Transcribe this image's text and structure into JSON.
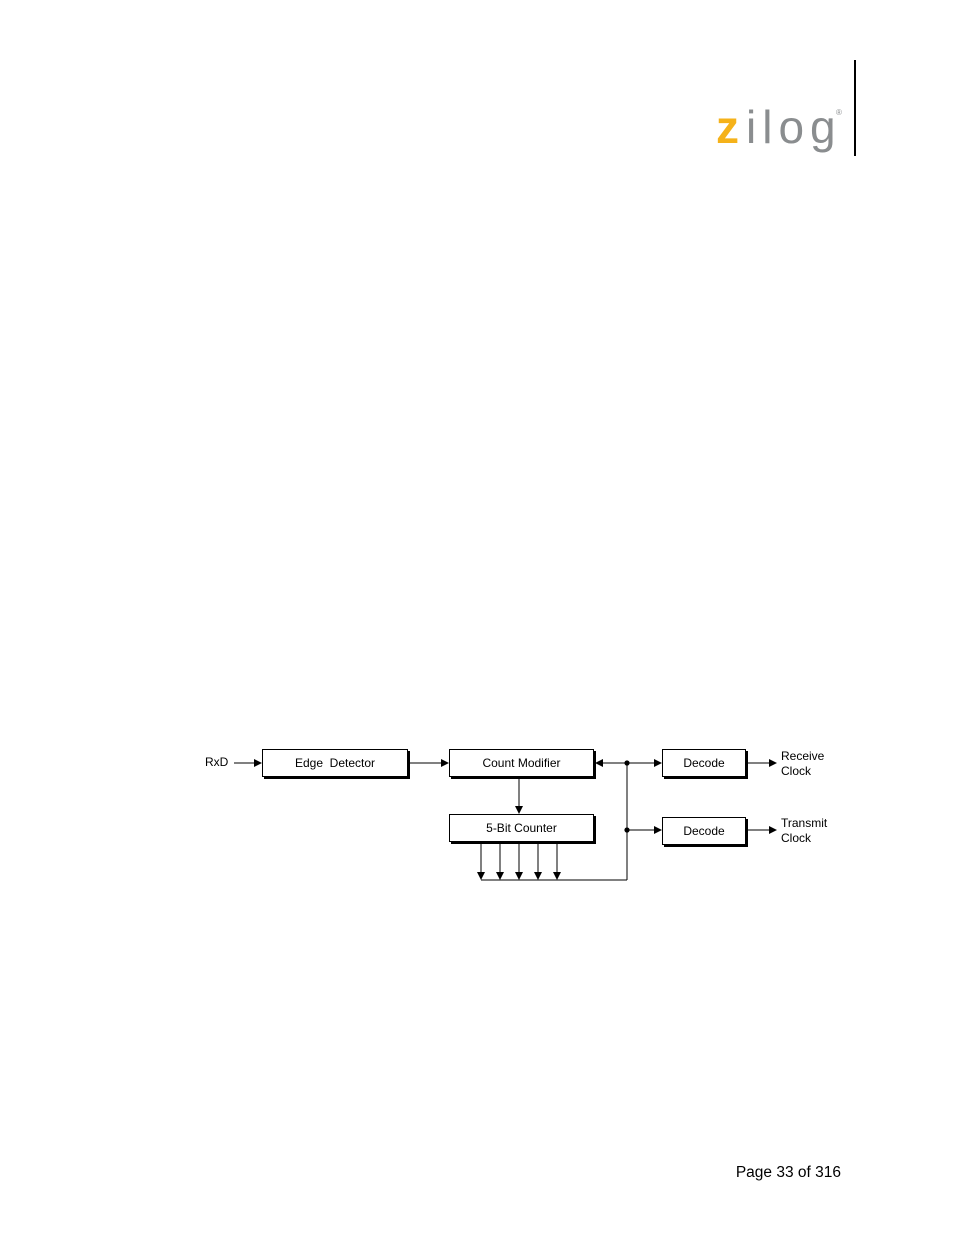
{
  "header": {
    "logo_z": "z",
    "logo_rest": "ilog",
    "logo_reg": "®",
    "logo_colors": {
      "z": "#f5b21a",
      "ilog": "#8a8d8f"
    }
  },
  "diagram": {
    "input_label": "RxD",
    "edge_detector": "Edge  Detector",
    "count_modifier": "Count Modifier",
    "counter": "5-Bit Counter",
    "decode_top": "Decode",
    "decode_bottom": "Decode",
    "receive_line1": "Receive",
    "receive_line2": "Clock",
    "transmit_line1": "Transmit",
    "transmit_line2": "Clock"
  },
  "footer": {
    "page_label": "Page 33 of 316"
  }
}
